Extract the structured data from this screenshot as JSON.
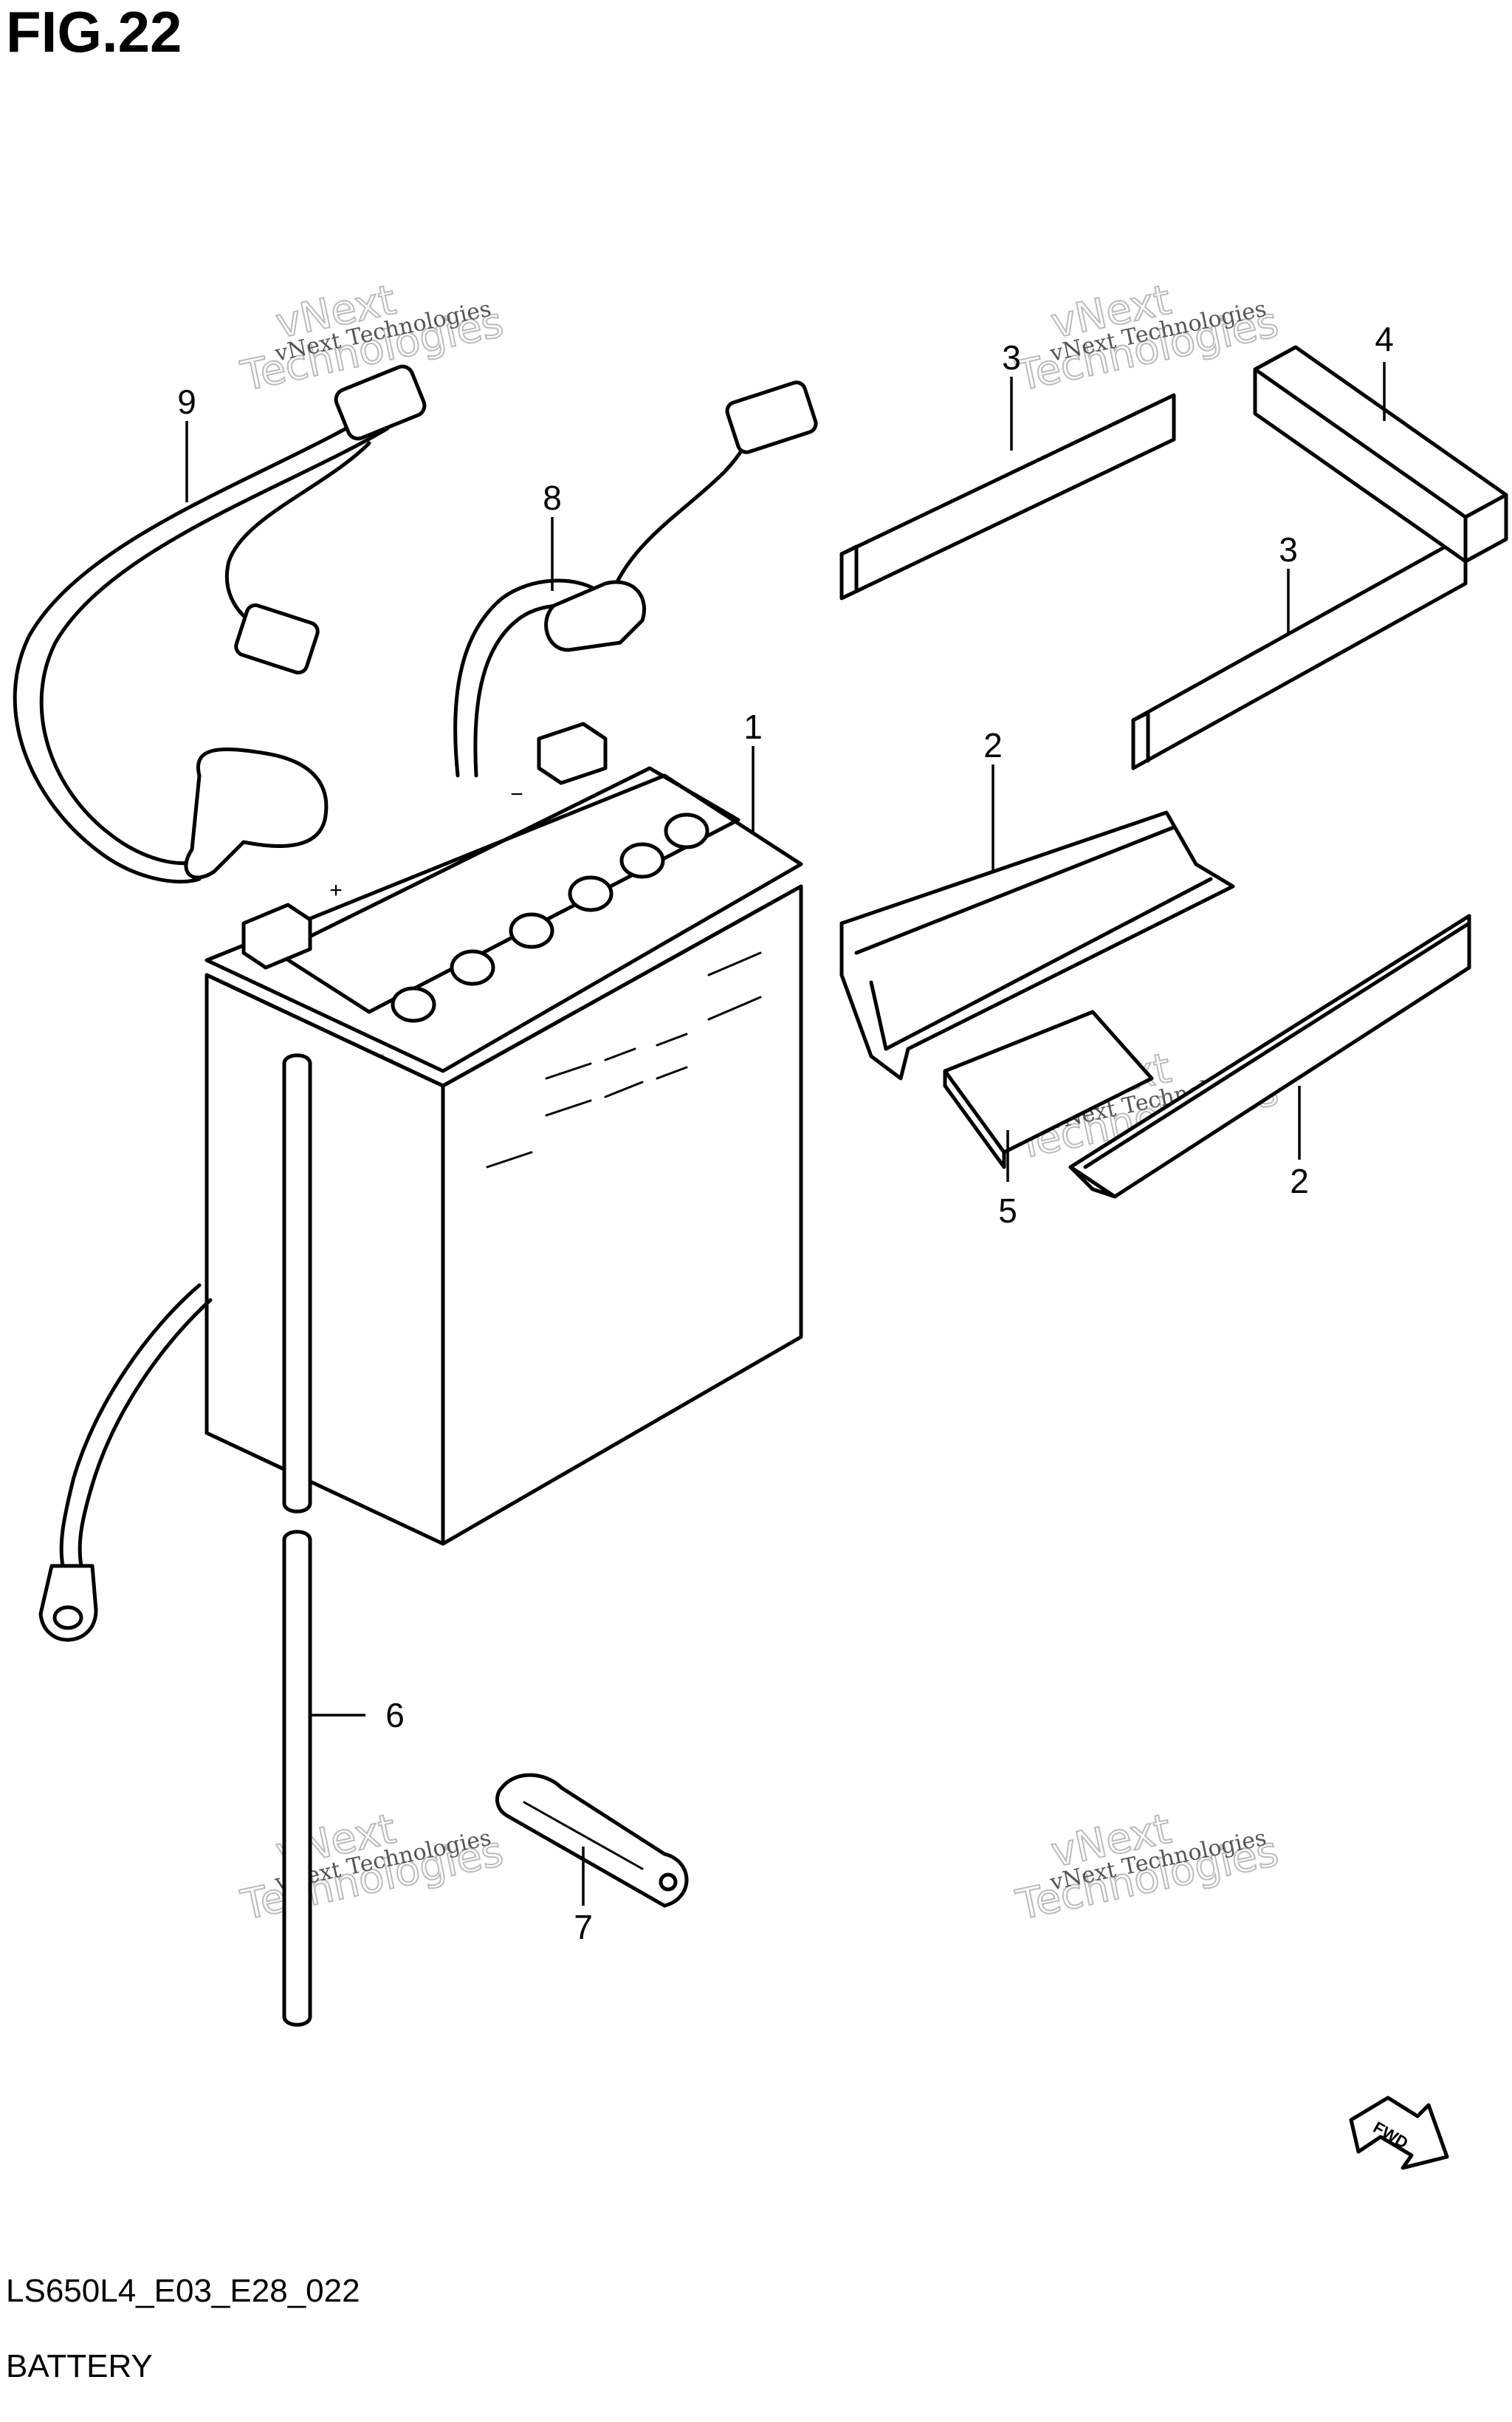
{
  "figure": {
    "title": "FIG.22",
    "code": "LS650L4_E03_E28_022",
    "caption": "BATTERY"
  },
  "watermark": {
    "line1": "vNext Technologies",
    "line2": "vNext",
    "line3": "Technologies"
  },
  "callouts": [
    {
      "id": "battery",
      "label": "1"
    },
    {
      "id": "cushion-a",
      "label": "2"
    },
    {
      "id": "cushion-b",
      "label": "2"
    },
    {
      "id": "pad-top",
      "label": "3"
    },
    {
      "id": "pad-mid",
      "label": "3"
    },
    {
      "id": "pad-side",
      "label": "4"
    },
    {
      "id": "pad-bottom",
      "label": "5"
    },
    {
      "id": "breather-hose",
      "label": "6"
    },
    {
      "id": "band",
      "label": "7"
    },
    {
      "id": "lead-wire-8",
      "label": "8"
    },
    {
      "id": "lead-wire-9",
      "label": "9"
    }
  ],
  "symbols": {
    "positive": "+",
    "negative": "−",
    "fwd": "FWD"
  }
}
